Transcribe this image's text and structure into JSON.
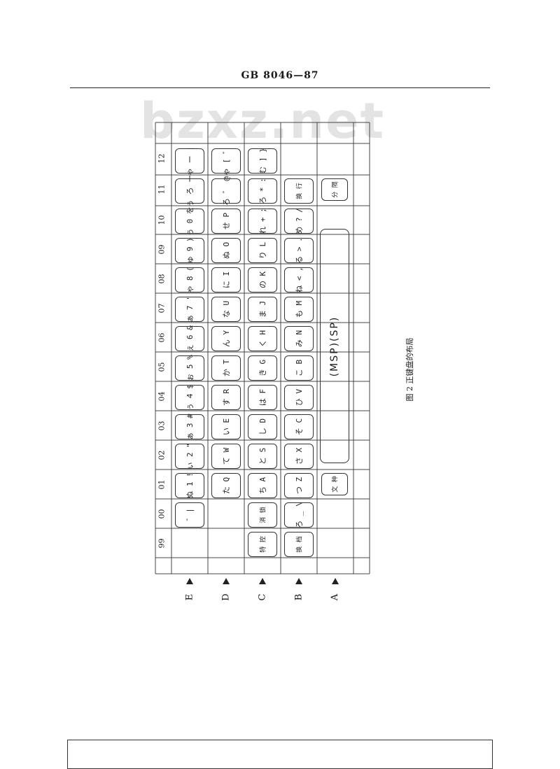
{
  "header": {
    "text": "GB 8046—87"
  },
  "watermark": "bzxz.net",
  "caption": "图 2  正键盘的布局",
  "column_numbers": [
    "12",
    "11",
    "10",
    "09",
    "08",
    "07",
    "06",
    "05",
    "04",
    "03",
    "02",
    "01",
    "00",
    "99"
  ],
  "row_labels": [
    "E",
    "D",
    "C",
    "B",
    "A"
  ],
  "rows": {
    "E": [
      "ゃ ー |",
      "ぅ ろ ー",
      "ぅ 0 を",
      "ゅ 9 )",
      "ゃ 8 (",
      "ぁ 7 '",
      "ぇ 6 &",
      "ぉ 5 %",
      "ぅ 4 $",
      "ぁ 3 #",
      "ぃ 2 \"",
      "ぬ 1 !",
      "¯ |"
    ],
    "D": [
      "ゃ [ ゛",
      "ろ ゛ @",
      "せ P",
      "ぬ O",
      "に I",
      "な U",
      "ん Y",
      "か T",
      "す R",
      "い E",
      "て W",
      "た Q"
    ],
    "C": [
      "む ] }",
      "ろ * :",
      "れ + ;",
      "り L",
      "の K",
      "ま J",
      "く H",
      "き G",
      "は F",
      "し D",
      "と S",
      "ち A",
      "消 锁"
    ],
    "B": [
      "换 行",
      "め ? /",
      "る > .",
      "ね < ,",
      "も M",
      "み N",
      "こ B",
      "ひ V",
      "そ C",
      "さ X",
      "つ Z",
      "ろ _ \\",
      "换 档"
    ],
    "A": [
      "分 隔",
      "文 种"
    ]
  },
  "special_keys": {
    "huanxing": "换 行",
    "fenge": "分 隔",
    "wenzhong": "文 种",
    "xiaosuo": "消 锁",
    "zhuankong": "特 控",
    "huandang": "换 档"
  },
  "space_bar": "(MSP)(SP)"
}
